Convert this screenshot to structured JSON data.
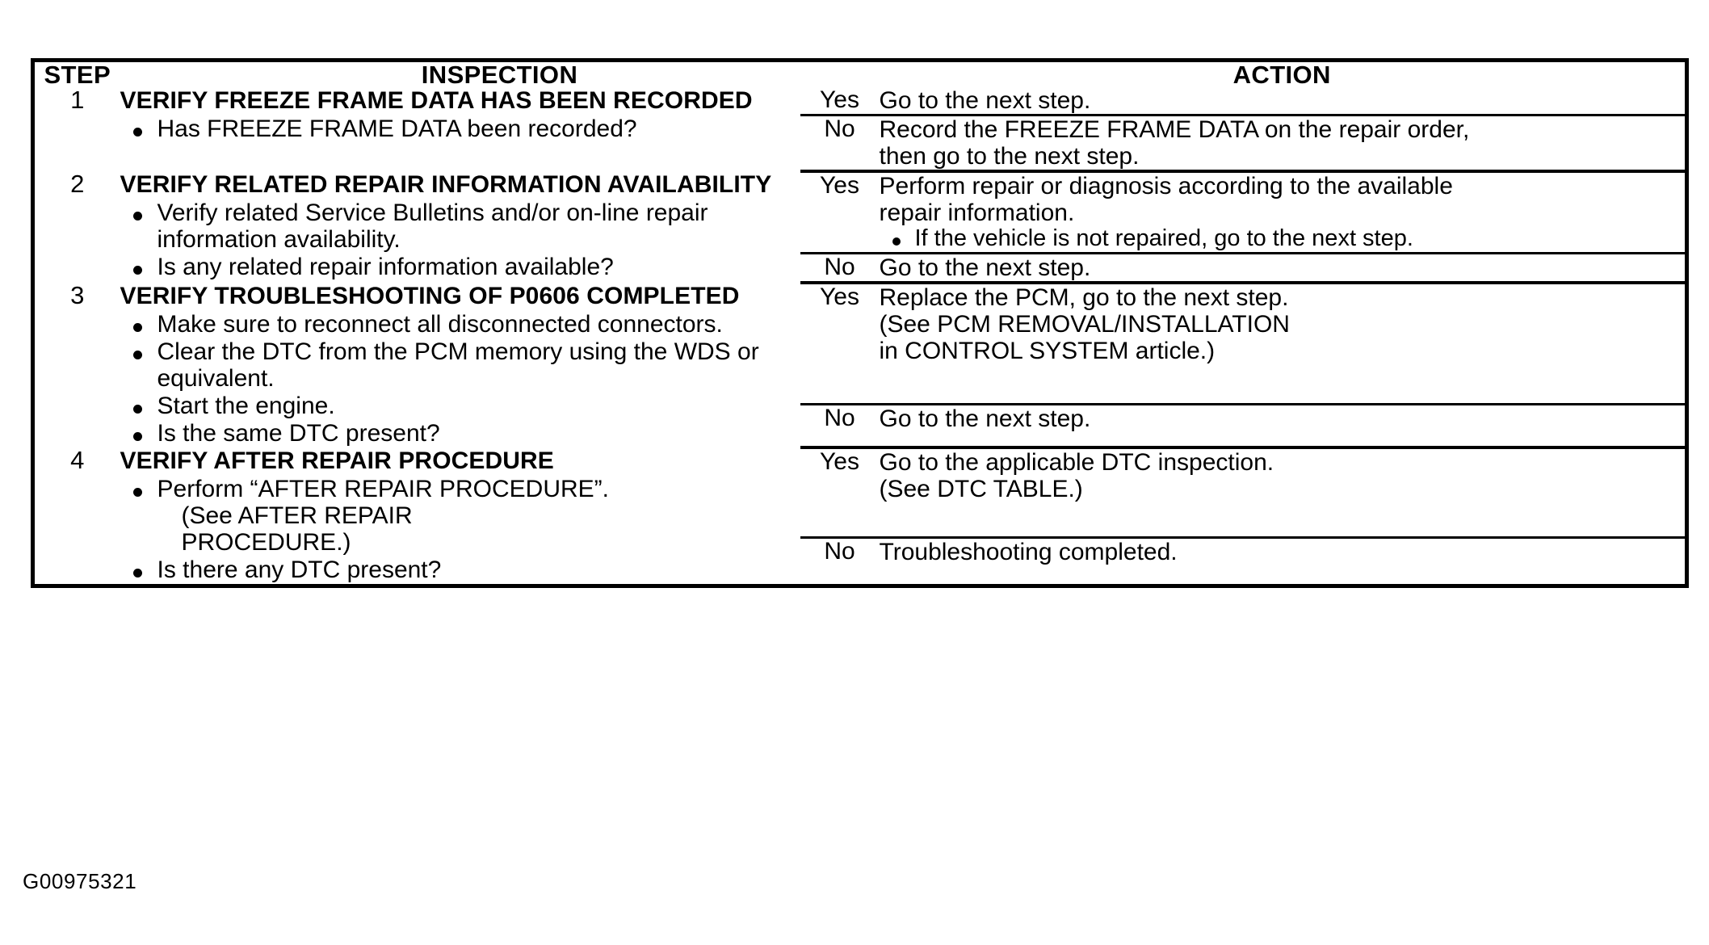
{
  "document": {
    "figure_id": "G00975321"
  },
  "table": {
    "headers": {
      "step": "STEP",
      "inspection": "INSPECTION",
      "action": "ACTION"
    },
    "rows": [
      {
        "step": "1",
        "inspection": {
          "title": "VERIFY FREEZE FRAME DATA HAS BEEN RECORDED",
          "bullets": [
            "Has FREEZE FRAME DATA been recorded?"
          ]
        },
        "branches": [
          {
            "label": "Yes",
            "lines": [
              "Go to the next step."
            ],
            "bullets": []
          },
          {
            "label": "No",
            "lines": [
              "Record the FREEZE FRAME DATA on the repair order,",
              "then go to the next step."
            ],
            "bullets": []
          }
        ]
      },
      {
        "step": "2",
        "inspection": {
          "title": "VERIFY RELATED REPAIR INFORMATION AVAILABILITY",
          "bullets": [
            "Verify related Service Bulletins and/or on-line repair information availability.",
            "Is any related repair information available?"
          ]
        },
        "branches": [
          {
            "label": "Yes",
            "lines": [
              "Perform repair or diagnosis according to the available",
              "repair information."
            ],
            "bullets": [
              "If the vehicle is not repaired, go to the next step."
            ]
          },
          {
            "label": "No",
            "lines": [
              "Go to the next step."
            ],
            "bullets": []
          }
        ]
      },
      {
        "step": "3",
        "inspection": {
          "title": "VERIFY TROUBLESHOOTING OF P0606 COMPLETED",
          "bullets": [
            "Make sure to reconnect all disconnected connectors.",
            "Clear the DTC from the PCM memory using the WDS or equivalent.",
            "Start the engine.",
            "Is the same DTC present?"
          ]
        },
        "branches": [
          {
            "label": "Yes",
            "lines": [
              "Replace the PCM, go to the next step.",
              "(See PCM REMOVAL/INSTALLATION",
              "in CONTROL SYSTEM article.)"
            ],
            "bullets": []
          },
          {
            "label": "No",
            "lines": [
              "Go to the next step."
            ],
            "bullets": []
          }
        ]
      },
      {
        "step": "4",
        "inspection": {
          "title": "VERIFY AFTER REPAIR PROCEDURE",
          "bullets": [
            "Perform “AFTER REPAIR PROCEDURE”.",
            "Is there any DTC present?"
          ],
          "bullet_sublines": {
            "0": [
              "(See AFTER REPAIR",
              "PROCEDURE.)"
            ]
          }
        },
        "branches": [
          {
            "label": "Yes",
            "lines": [
              "Go to the applicable DTC inspection.",
              "(See DTC TABLE.)"
            ],
            "bullets": []
          },
          {
            "label": "No",
            "lines": [
              "Troubleshooting completed."
            ],
            "bullets": []
          }
        ]
      }
    ]
  }
}
